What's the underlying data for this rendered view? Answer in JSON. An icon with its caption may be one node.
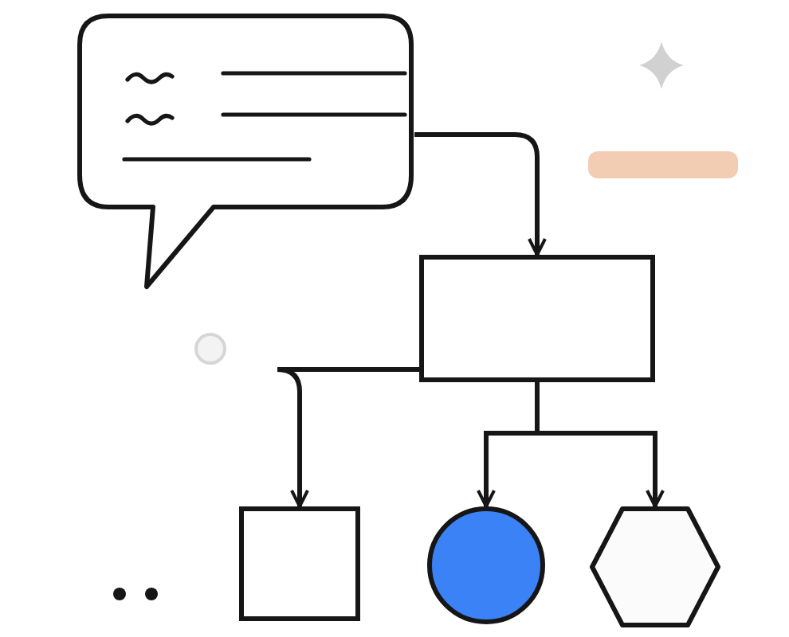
{
  "diagram": {
    "nodes": [
      {
        "text": [],
        "shape": "bubble"
      },
      {
        "text": [],
        "shape": "box"
      },
      {
        "text": [],
        "shape": "box"
      },
      {
        "text": [],
        "shape": "circle"
      },
      {
        "text": [],
        "shape": "hexagon"
      }
    ],
    "edges": [
      {
        "from": 0,
        "to": 1,
        "arrow": "to"
      },
      {
        "from": 1,
        "to": 2,
        "arrow": "to"
      },
      {
        "from": 1,
        "to": 3,
        "arrow": "to"
      },
      {
        "from": 1,
        "to": 4,
        "arrow": "to"
      }
    ]
  }
}
